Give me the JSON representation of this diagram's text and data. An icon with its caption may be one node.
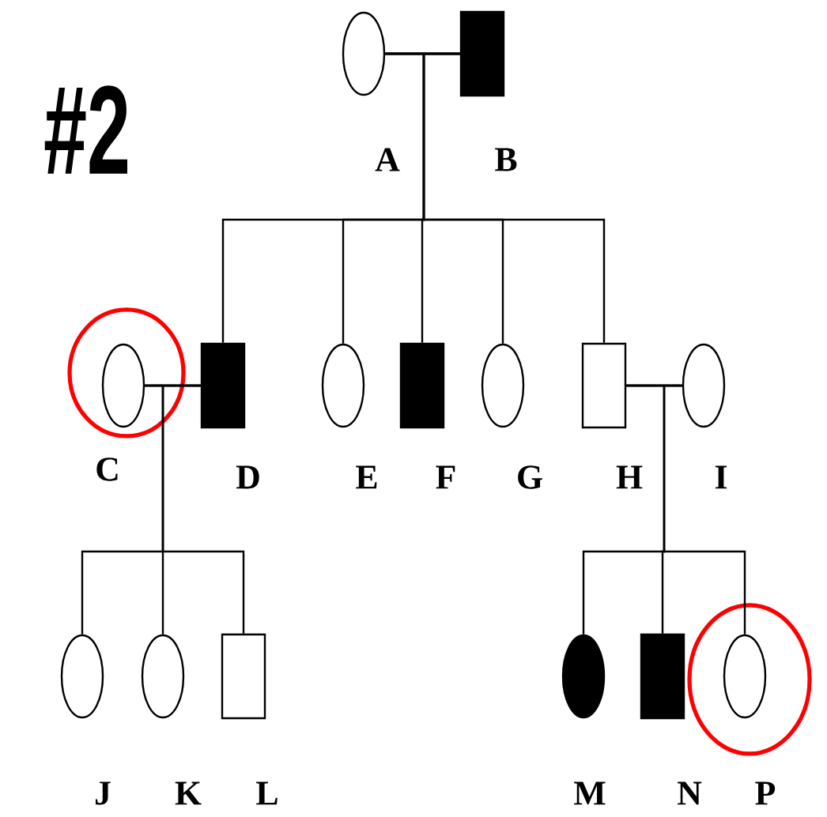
{
  "diagram": {
    "nodes": [
      {
        "text": [],
        "shape": "circle",
        "beside": [
          "A"
        ]
      },
      {
        "text": [],
        "shape": "box",
        "beside": [
          "B"
        ]
      },
      {
        "text": [],
        "shape": "circle"
      },
      {
        "text": [],
        "shape": "circle",
        "beside": [
          "C"
        ],
        "in": 2
      },
      {
        "text": [],
        "shape": "box",
        "beside": [
          "D"
        ]
      },
      {
        "text": [],
        "shape": "circle",
        "beside": [
          "E"
        ]
      },
      {
        "text": [],
        "shape": "box",
        "beside": [
          "F"
        ]
      },
      {
        "text": [],
        "shape": "circle",
        "beside": [
          "G"
        ]
      },
      {
        "text": [],
        "shape": "box",
        "beside": [
          "H"
        ]
      },
      {
        "text": [],
        "shape": "circle",
        "beside": [
          "I"
        ]
      },
      {
        "text": [],
        "shape": "circle",
        "beside": [
          "J"
        ]
      },
      {
        "text": [],
        "shape": "circle",
        "beside": [
          "K"
        ]
      },
      {
        "text": [],
        "shape": "box",
        "beside": [
          "L"
        ]
      },
      {
        "text": [],
        "shape": "circle",
        "beside": [
          "M"
        ]
      },
      {
        "text": [],
        "shape": "box",
        "beside": [
          "N"
        ]
      },
      {
        "text": [],
        "shape": "circle"
      },
      {
        "text": [],
        "shape": "circle",
        "beside": [
          "P"
        ],
        "in": 15
      }
    ],
    "edges": [
      {
        "from": 0,
        "to": 1,
        "arrow": "none"
      },
      {
        "from": 0,
        "to": 4,
        "arrow": "none"
      },
      {
        "from": 1,
        "to": 4,
        "arrow": "none"
      },
      {
        "from": 0,
        "to": 5,
        "arrow": "none"
      },
      {
        "from": 1,
        "to": 5,
        "arrow": "none"
      },
      {
        "from": 0,
        "to": 6,
        "arrow": "none"
      },
      {
        "from": 1,
        "to": 6,
        "arrow": "none"
      },
      {
        "from": 0,
        "to": 7,
        "arrow": "none"
      },
      {
        "from": 1,
        "to": 7,
        "arrow": "none"
      },
      {
        "from": 0,
        "to": 8,
        "arrow": "none"
      },
      {
        "from": 1,
        "to": 8,
        "arrow": "none"
      },
      {
        "from": 3,
        "to": 4,
        "arrow": "none"
      },
      {
        "from": 3,
        "to": 10,
        "arrow": "none"
      },
      {
        "from": 4,
        "to": 10,
        "arrow": "none"
      },
      {
        "from": 3,
        "to": 11,
        "arrow": "none"
      },
      {
        "from": 4,
        "to": 11,
        "arrow": "none"
      },
      {
        "from": 3,
        "to": 12,
        "arrow": "none"
      },
      {
        "from": 4,
        "to": 12,
        "arrow": "none"
      },
      {
        "from": 8,
        "to": 9,
        "arrow": "none"
      },
      {
        "from": 8,
        "to": 13,
        "arrow": "none"
      },
      {
        "from": 9,
        "to": 13,
        "arrow": "none"
      },
      {
        "from": 8,
        "to": 14,
        "arrow": "none"
      },
      {
        "from": 9,
        "to": 14,
        "arrow": "none"
      },
      {
        "from": 8,
        "to": 16,
        "arrow": "none"
      },
      {
        "from": 9,
        "to": 16,
        "arrow": "none"
      }
    ],
    "labels": [
      "#2"
    ]
  }
}
